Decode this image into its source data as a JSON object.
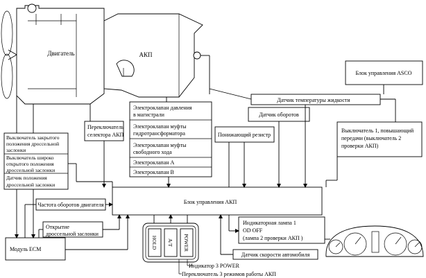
{
  "labels": {
    "engine": "Двигатель",
    "akp": "АКП",
    "asco_unit": "Блок управления ASCO",
    "fluid_temp_sensor": "Датчик температуры жидкости",
    "speed_sensor": "Датчик оборотов",
    "reducing_resistor": "Понижающий резистр",
    "selector_switch": [
      "Переключатель",
      "селектора АКП"
    ],
    "solenoids": [
      [
        "Электроклапан давления",
        "в магистрали"
      ],
      [
        "Электроклапан муфты",
        "гидротрансформатора"
      ],
      [
        "Электроклапан муфты",
        "свободного хода"
      ],
      [
        "Электроклапан А"
      ],
      [
        "Электроклапан В"
      ]
    ],
    "upshift_switch": [
      "Выключатель 1, повышающий",
      "передачи (выключатель 2",
      "проверки АКП)"
    ],
    "throttle_closed_switch": [
      "Выключатель закрытого",
      "положения дроссельной",
      "заслонки"
    ],
    "throttle_wide_switch": [
      "Выключатель широко",
      "открытого положения",
      "дроссельной заслонки"
    ],
    "throttle_position_sensor": [
      "Датчик положения",
      "дроссельной заслонки"
    ],
    "engine_rpm": "Частота оборотов двигателя",
    "control_unit": "Блок управления АКП",
    "throttle_opening": [
      "Открытие",
      "дроссельной заслонки"
    ],
    "ecm": "Модуль ЕСМ",
    "indicator_lamp": [
      "Индикаторная лампа 1",
      "OD OFF",
      "(лампа 2 проверки АКП )"
    ],
    "vehicle_speed_sensor": "Датчик скорости автомобиля",
    "panel_hold": "HOLD",
    "panel_at": "A/T",
    "panel_power": "POWER",
    "indicator_power": "Индикатор 3 POWER",
    "mode_switch": "Переключатель 3 режимов работы АКП"
  }
}
